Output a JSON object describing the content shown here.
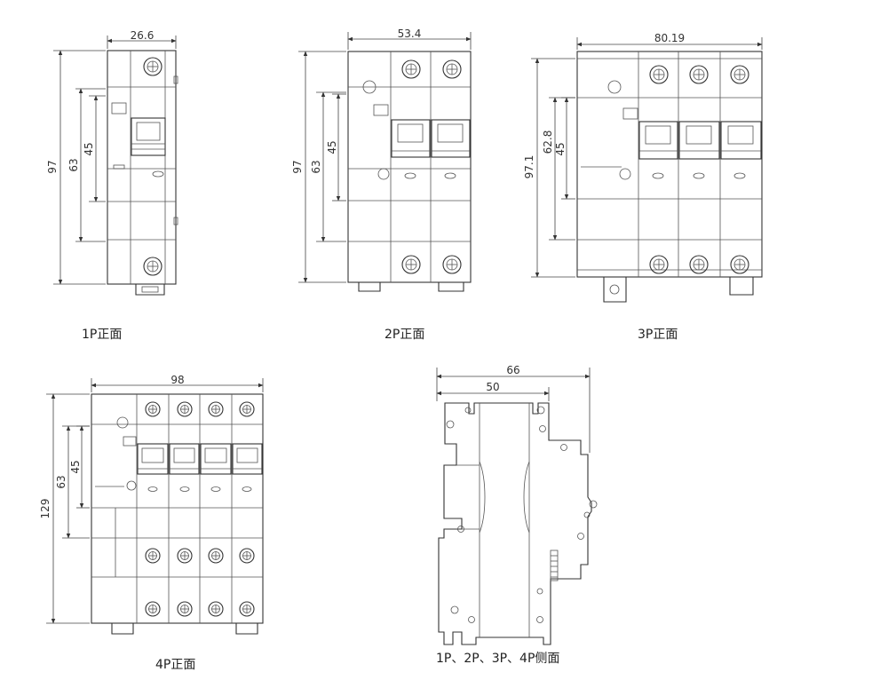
{
  "views": {
    "p1": {
      "caption": "1P正面",
      "width": "26.6",
      "height": "97",
      "dim_63": "63",
      "dim_45": "45"
    },
    "p2": {
      "caption": "2P正面",
      "width": "53.4",
      "height": "97",
      "dim_63": "63",
      "dim_45": "45"
    },
    "p3": {
      "caption": "3P正面",
      "width": "80.19",
      "height": "97.1",
      "dim_63": "62.8",
      "dim_45": "45"
    },
    "p4": {
      "caption": "4P正面",
      "width": "98",
      "height": "129",
      "dim_63": "63",
      "dim_45": "45"
    },
    "side": {
      "caption": "1P、2P、3P、4P侧面",
      "width_total": "66",
      "width_inner": "50"
    }
  }
}
